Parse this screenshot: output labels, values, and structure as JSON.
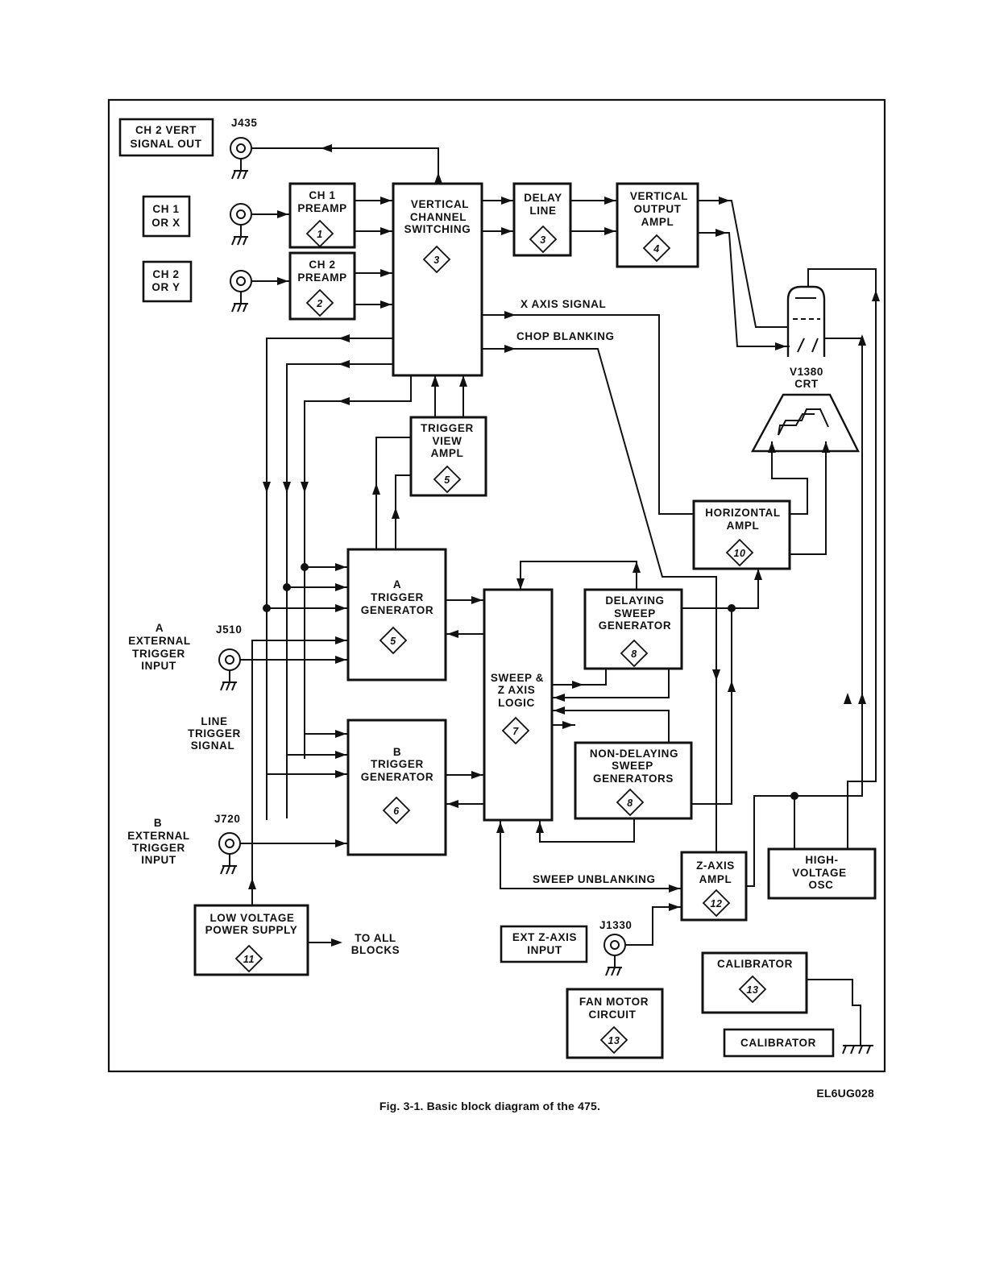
{
  "blocks": {
    "ch1_preamp": [
      "CH 1",
      "PREAMP"
    ],
    "ch2_preamp": [
      "CH 2",
      "PREAMP"
    ],
    "vertical_switching": [
      "VERTICAL",
      "CHANNEL",
      "SWITCHING"
    ],
    "delay_line": [
      "DELAY",
      "LINE"
    ],
    "vertical_output": [
      "VERTICAL",
      "OUTPUT",
      "AMPL"
    ],
    "trigger_view": [
      "TRIGGER",
      "VIEW",
      "AMPL"
    ],
    "a_trigger": [
      "A",
      "TRIGGER",
      "GENERATOR"
    ],
    "b_trigger": [
      "B",
      "TRIGGER",
      "GENERATOR"
    ],
    "sweep_logic": [
      "SWEEP &",
      "Z AXIS",
      "LOGIC"
    ],
    "delaying_sweep": [
      "DELAYING",
      "SWEEP",
      "GENERATOR"
    ],
    "nondelaying_sweep": [
      "NON-DELAYING",
      "SWEEP",
      "GENERATORS"
    ],
    "horizontal_ampl": [
      "HORIZONTAL",
      "AMPL"
    ],
    "z_axis_ampl": [
      "Z-AXIS",
      "AMPL"
    ],
    "hv_osc": [
      "HIGH-",
      "VOLTAGE",
      "OSC"
    ],
    "lv_supply": [
      "LOW VOLTAGE",
      "POWER SUPPLY"
    ],
    "calibrator_13": [
      "CALIBRATOR"
    ],
    "fan_motor": [
      "FAN MOTOR",
      "CIRCUIT"
    ]
  },
  "numbers": {
    "ch1_preamp": "1",
    "ch2_preamp": "2",
    "vertical_switching": "3",
    "delay_line": "3",
    "vertical_output": "4",
    "trigger_view": "5",
    "a_trigger": "5",
    "b_trigger": "6",
    "sweep_logic": "7",
    "delaying_sweep": "8",
    "nondelaying_sweep": "8",
    "horizontal_ampl": "10",
    "z_axis_ampl": "12",
    "lv_supply": "11",
    "calibrator_13": "13",
    "fan_motor": "13"
  },
  "panel_labels": {
    "ch2_vert_out": [
      "CH 2 VERT",
      "SIGNAL OUT"
    ],
    "ch1_or_x": [
      "CH 1",
      "OR X"
    ],
    "ch2_or_y": [
      "CH 2",
      "OR Y"
    ],
    "ext_z_input": [
      "EXT Z-AXIS",
      "INPUT"
    ],
    "calibrator_terminal": [
      "CALIBRATOR"
    ]
  },
  "connectors": {
    "j435": "J435",
    "j510": "J510",
    "j720": "J720",
    "j1330": "J1330"
  },
  "signal_labels": {
    "x_axis": "X AXIS SIGNAL",
    "chop_blanking": "CHOP BLANKING",
    "sweep_unblanking": "SWEEP UNBLANKING",
    "to_all_blocks": [
      "TO ALL",
      "BLOCKS"
    ],
    "a_ext_trigger": [
      "A",
      "EXTERNAL",
      "TRIGGER",
      "INPUT"
    ],
    "b_ext_trigger": [
      "B",
      "EXTERNAL",
      "TRIGGER",
      "INPUT"
    ],
    "line_trigger": [
      "LINE",
      "TRIGGER",
      "SIGNAL"
    ],
    "crt": [
      "V1380",
      "CRT"
    ]
  },
  "drawing_code": "EL6UG028",
  "caption": "Fig. 3-1.  Basic block diagram of the 475."
}
